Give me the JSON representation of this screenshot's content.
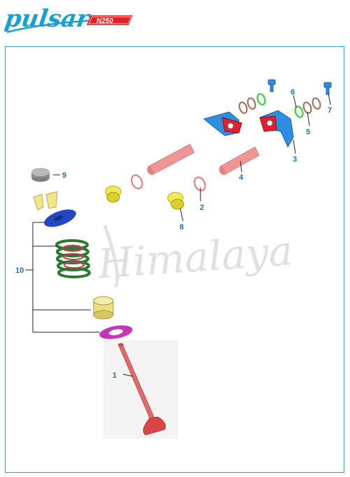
{
  "brand": {
    "logo_text": "pulsar",
    "model_badge": "N250"
  },
  "watermark": "Himalaya",
  "diagram": {
    "colors": {
      "label": "#1e6fb5",
      "frame": "#3aa0c8",
      "leader": "#222222"
    },
    "parts": [
      {
        "id": "part-1",
        "label": "1"
      },
      {
        "id": "part-2",
        "label": "2"
      },
      {
        "id": "part-3",
        "label": "3"
      },
      {
        "id": "part-4",
        "label": "4"
      },
      {
        "id": "part-5",
        "label": "5"
      },
      {
        "id": "part-6",
        "label": "6"
      },
      {
        "id": "part-7",
        "label": "7"
      },
      {
        "id": "part-8",
        "label": "8"
      },
      {
        "id": "part-9",
        "label": "9"
      },
      {
        "id": "part-10",
        "label": "10"
      }
    ]
  }
}
